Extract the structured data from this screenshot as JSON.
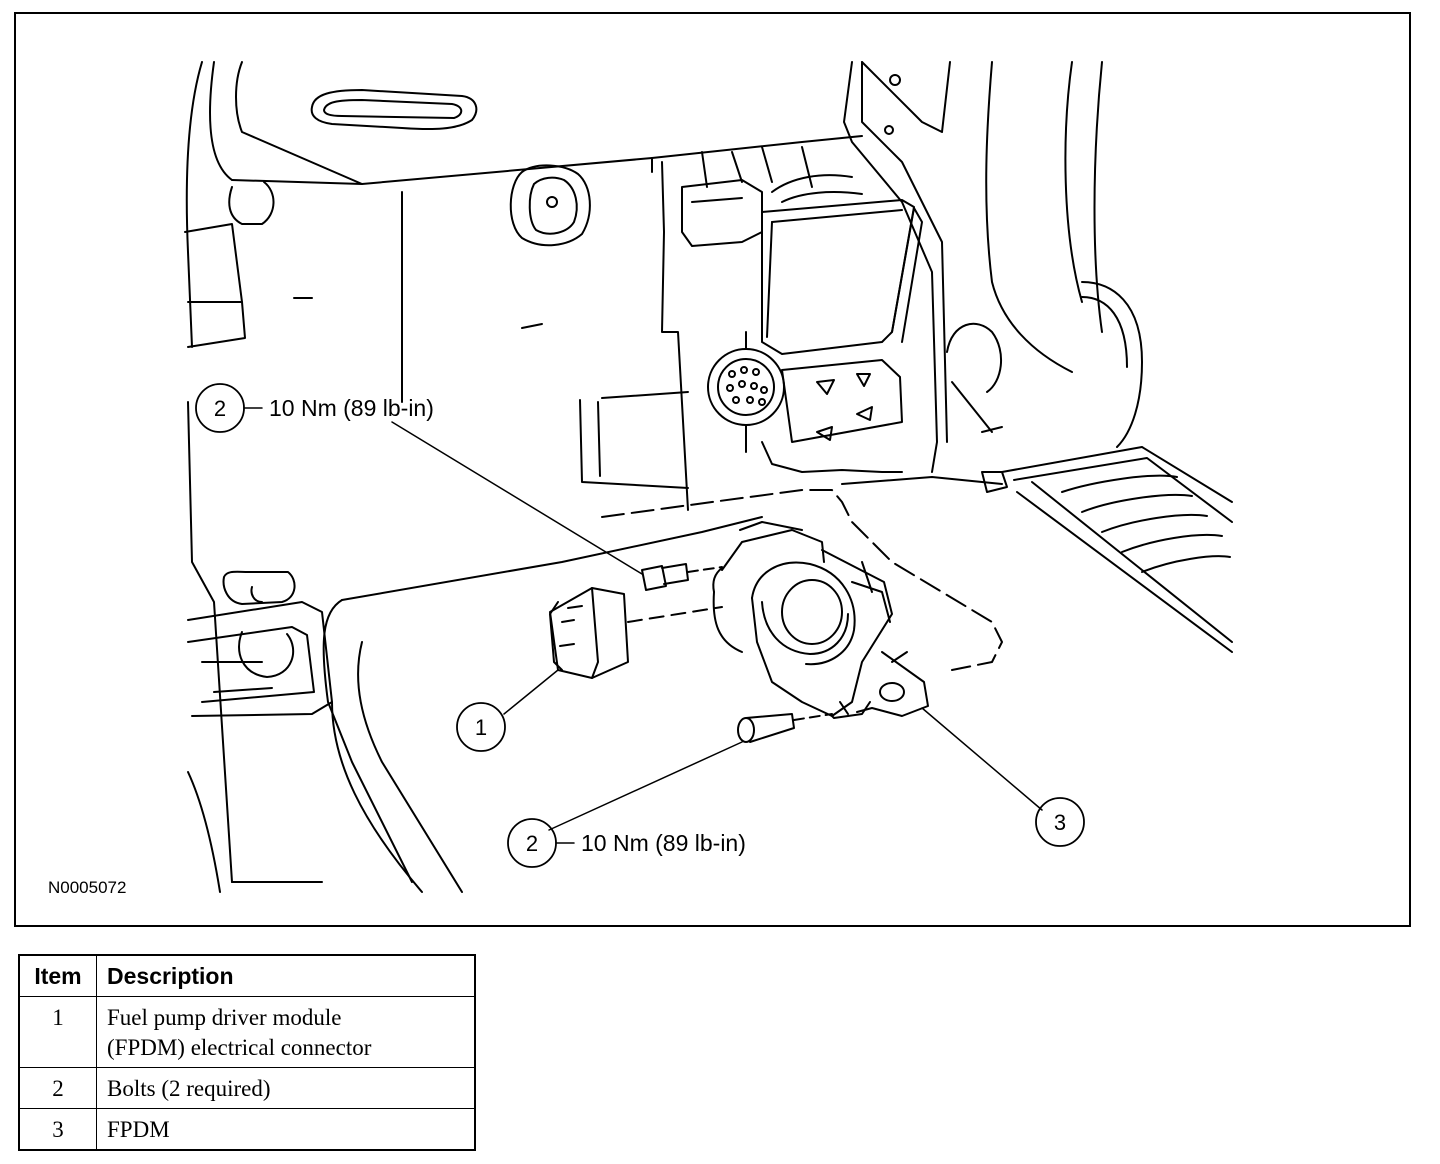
{
  "figure": {
    "id": "N0005072",
    "callouts": [
      {
        "num": "2",
        "text": "10 Nm (89 lb-in)"
      },
      {
        "num": "1",
        "text": ""
      },
      {
        "num": "2",
        "text": "10 Nm (89 lb-in)"
      },
      {
        "num": "3",
        "text": ""
      }
    ]
  },
  "legend": {
    "headers": [
      "Item",
      "Description"
    ],
    "rows": [
      {
        "item": "1",
        "description_lines": [
          "Fuel pump driver module",
          "(FPDM) electrical connector"
        ]
      },
      {
        "item": "2",
        "description_lines": [
          "Bolts (2 required)"
        ]
      },
      {
        "item": "3",
        "description_lines": [
          "FPDM"
        ]
      }
    ]
  }
}
